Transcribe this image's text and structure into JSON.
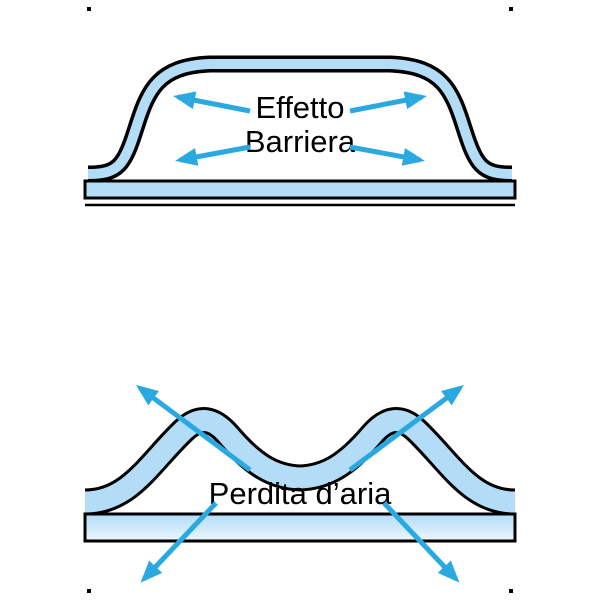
{
  "top_diagram": {
    "label": {
      "line1": "Effetto",
      "line2": "Barriera"
    }
  },
  "bottom_diagram": {
    "label": "Perdita d’aria"
  },
  "colors": {
    "membrane": "#b3dcf7",
    "membrane_light": "#eaf6fd",
    "arrow": "#2aa9e0",
    "outline": "#000000",
    "background": "#ffffff"
  }
}
